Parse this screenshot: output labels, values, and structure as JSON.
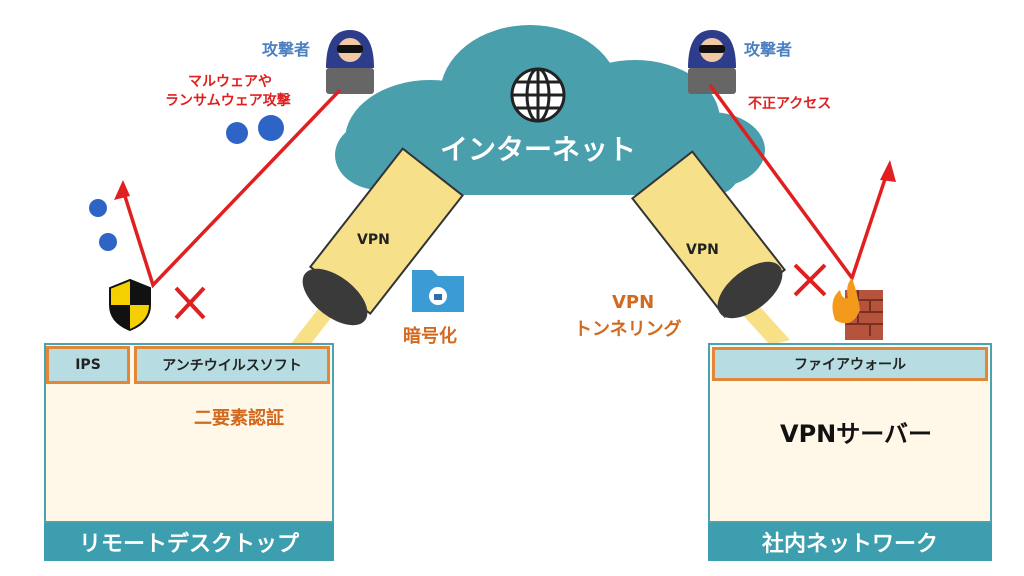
{
  "cloud": {
    "label": "インターネット"
  },
  "attackers": {
    "left": {
      "label": "攻撃者",
      "attack_line1": "マルウェアや",
      "attack_line2": "ランサムウェア攻撃"
    },
    "right": {
      "label": "攻撃者",
      "attack": "不正アクセス"
    }
  },
  "tunnels": {
    "left_label": "VPN",
    "right_label": "VPN"
  },
  "encryption_label": "暗号化",
  "tunneling_line1": "VPN",
  "tunneling_line2": "トンネリング",
  "remote": {
    "ips_label": "IPS",
    "antivirus_label": "アンチウイルスソフト",
    "mfa_label": "二要素認証",
    "footer": "リモートデスクトップ"
  },
  "corporate": {
    "firewall_label": "ファイアウォール",
    "server_label": "VPNサーバー",
    "footer": "社内ネットワーク"
  },
  "colors": {
    "cloud": "#4a9fad",
    "teal": "#3c9eae",
    "attack_red": "#e02020",
    "label_orange": "#d2691e",
    "label_blue": "#4a7fc0",
    "tunnel_yellow": "#f5d96b"
  }
}
